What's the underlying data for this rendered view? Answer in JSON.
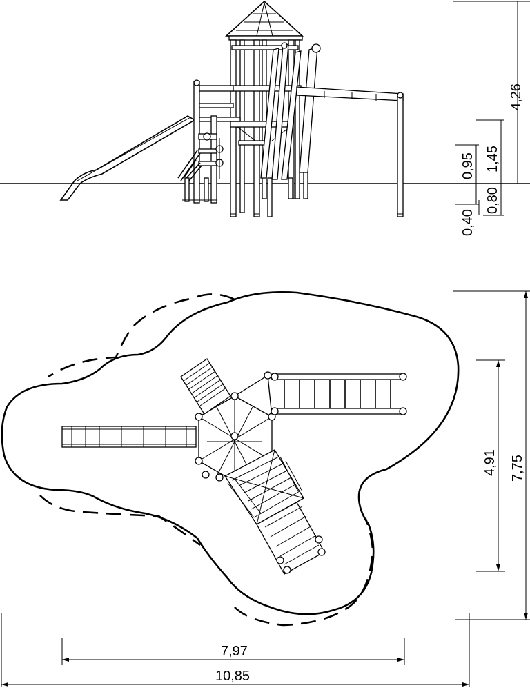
{
  "elevation": {
    "dimensions": {
      "total_height": "4,26",
      "platform_high": "1,45",
      "platform_low": "0,95",
      "footing_depth": "0,80",
      "footing_small": "0,40"
    }
  },
  "plan": {
    "dimensions": {
      "safety_depth": "7,75",
      "equipment_depth": "4,91",
      "equipment_width": "7,97",
      "safety_width": "10,85"
    }
  }
}
